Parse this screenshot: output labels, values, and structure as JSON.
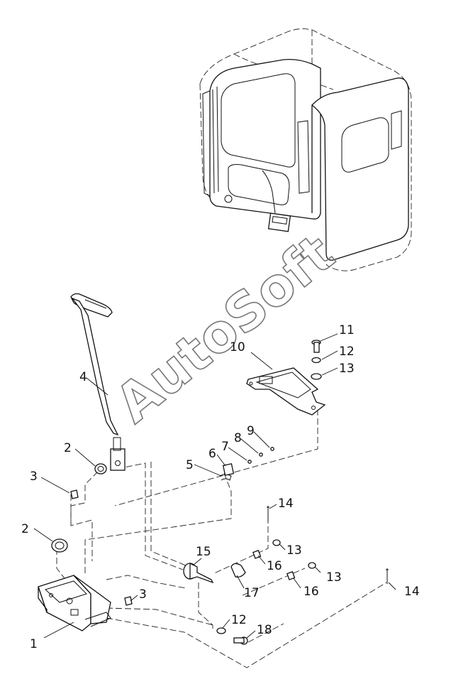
{
  "watermark": "AutoSoft",
  "callouts": [
    {
      "id": "c1",
      "label": "1"
    },
    {
      "id": "c2a",
      "label": "2"
    },
    {
      "id": "c2b",
      "label": "2"
    },
    {
      "id": "c3a",
      "label": "3"
    },
    {
      "id": "c3b",
      "label": "3"
    },
    {
      "id": "c4",
      "label": "4"
    },
    {
      "id": "c5",
      "label": "5"
    },
    {
      "id": "c6",
      "label": "6"
    },
    {
      "id": "c7",
      "label": "7"
    },
    {
      "id": "c8",
      "label": "8"
    },
    {
      "id": "c9",
      "label": "9"
    },
    {
      "id": "c10",
      "label": "10"
    },
    {
      "id": "c11",
      "label": "11"
    },
    {
      "id": "c12a",
      "label": "12"
    },
    {
      "id": "c12b",
      "label": "12"
    },
    {
      "id": "c13a",
      "label": "13"
    },
    {
      "id": "c13b",
      "label": "13"
    },
    {
      "id": "c13c",
      "label": "13"
    },
    {
      "id": "c14a",
      "label": "14"
    },
    {
      "id": "c14b",
      "label": "14"
    },
    {
      "id": "c15",
      "label": "15"
    },
    {
      "id": "c16a",
      "label": "16"
    },
    {
      "id": "c16b",
      "label": "16"
    },
    {
      "id": "c17",
      "label": "17"
    },
    {
      "id": "c18",
      "label": "18"
    }
  ]
}
